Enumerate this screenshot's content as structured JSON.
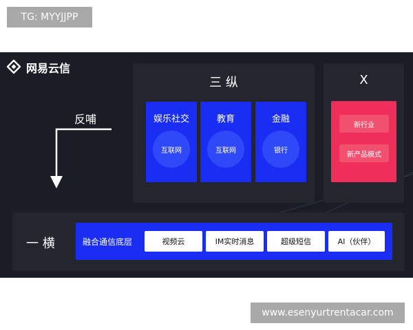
{
  "watermark_top": "TG: MYYJJPP",
  "watermark_bottom": "www.esenyurtrentacar.com",
  "logo": {
    "text": "网易云信",
    "icon": "netease-yunxin-logo-icon"
  },
  "vertical": {
    "title": "三 纵",
    "cards": [
      {
        "title": "娱乐社交",
        "circle": "互联网"
      },
      {
        "title": "教育",
        "circle": "互联网"
      },
      {
        "title": "金融",
        "circle": "银行"
      }
    ]
  },
  "x_panel": {
    "title": "X",
    "chips": [
      "新行业",
      "新产品模式"
    ]
  },
  "feedback": {
    "label": "反哺",
    "arrow_icon": "down-arrow-icon"
  },
  "horizontal": {
    "label": "一 横",
    "bar_title": "融合通信底层",
    "chips": [
      "视频云",
      "IM实时消息",
      "超级短信",
      "AI（伙伴）"
    ]
  },
  "colors": {
    "background": "#1a1d26",
    "panel": "#23262f",
    "blue": "#1a2df2",
    "red": "#ef2f5a"
  }
}
